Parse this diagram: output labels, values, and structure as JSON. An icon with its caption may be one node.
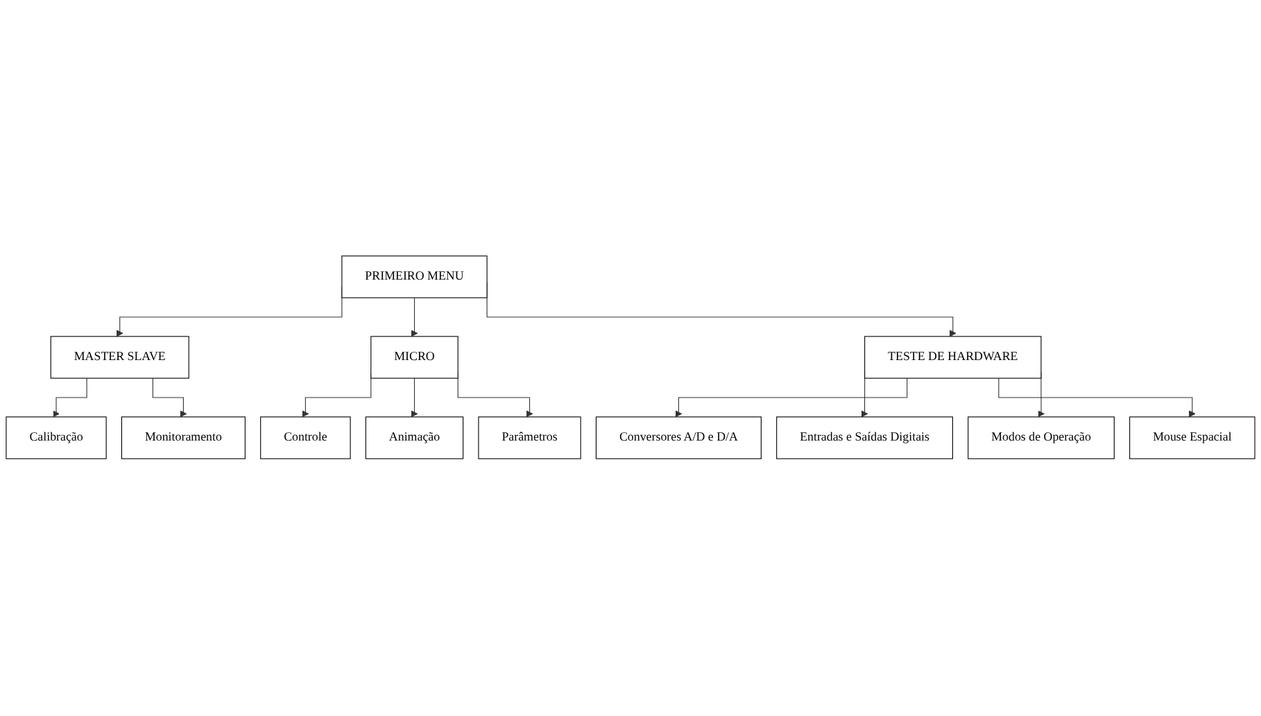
{
  "diagram": {
    "nodes": [
      {
        "text": [
          "PRIMEIRO MENU"
        ]
      },
      {
        "text": [
          "MASTER SLAVE"
        ]
      },
      {
        "text": [
          "MICRO"
        ]
      },
      {
        "text": [
          "TESTE DE HARDWARE"
        ]
      },
      {
        "text": [
          "Calibração"
        ]
      },
      {
        "text": [
          "Monitoramento"
        ]
      },
      {
        "text": [
          "Controle"
        ]
      },
      {
        "text": [
          "Animação"
        ]
      },
      {
        "text": [
          "Parâmetros"
        ]
      },
      {
        "text": [
          "Conversores A/D e D/A"
        ]
      },
      {
        "text": [
          "Entradas e Saídas Digitais"
        ]
      },
      {
        "text": [
          "Modos de Operação"
        ]
      },
      {
        "text": [
          "Mouse Espacial"
        ]
      }
    ],
    "edges": [
      {
        "from": 0,
        "to": 1,
        "arrow": "to"
      },
      {
        "from": 0,
        "to": 2,
        "arrow": "to"
      },
      {
        "from": 0,
        "to": 3,
        "arrow": "to"
      },
      {
        "from": 1,
        "to": 4,
        "arrow": "to"
      },
      {
        "from": 1,
        "to": 5,
        "arrow": "to"
      },
      {
        "from": 2,
        "to": 6,
        "arrow": "to"
      },
      {
        "from": 2,
        "to": 7,
        "arrow": "to"
      },
      {
        "from": 2,
        "to": 8,
        "arrow": "to"
      },
      {
        "from": 3,
        "to": 9,
        "arrow": "to"
      },
      {
        "from": 3,
        "to": 10,
        "arrow": "to"
      },
      {
        "from": 3,
        "to": 11,
        "arrow": "to"
      },
      {
        "from": 3,
        "to": 12,
        "arrow": "to"
      }
    ]
  }
}
